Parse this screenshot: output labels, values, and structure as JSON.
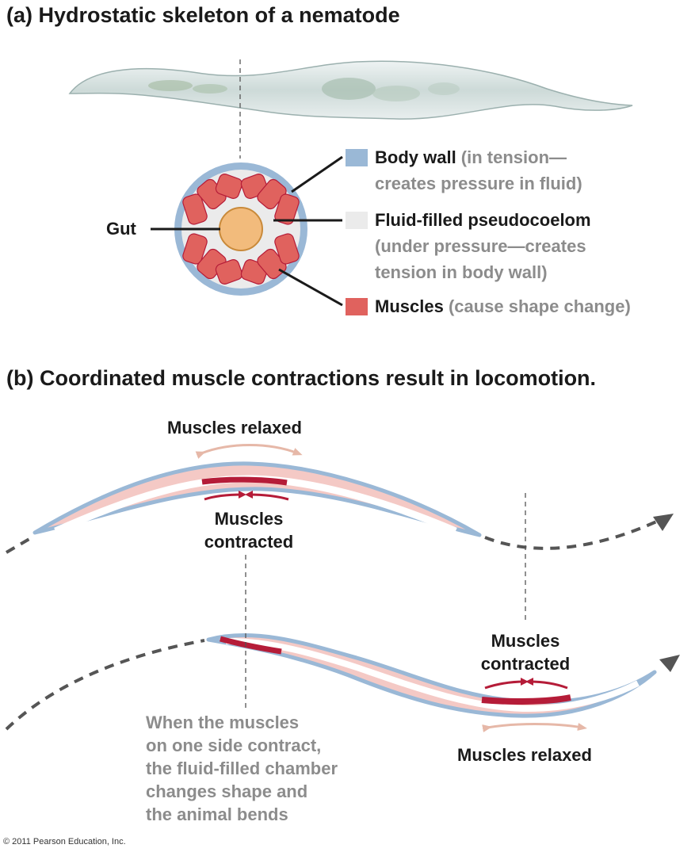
{
  "panel_a": {
    "title": "(a) Hydrostatic skeleton of a nematode",
    "gut_label": "Gut",
    "legend": [
      {
        "name": "body-wall",
        "bold": "Body wall",
        "rest_line1": " (in tension—",
        "line2": "creates pressure in fluid)",
        "line3": "",
        "color": "#9ab8d6"
      },
      {
        "name": "pseudocoelom",
        "bold": "Fluid-filled pseudocoelom",
        "rest_line1": "",
        "line2": "(under pressure—creates",
        "line3": "tension in body wall)",
        "color": "#ebebeb"
      },
      {
        "name": "muscles",
        "bold": "Muscles",
        "rest_line1": " (cause shape change)",
        "line2": "",
        "line3": "",
        "color": "#e0625e"
      }
    ]
  },
  "panel_b": {
    "title": "(b) Coordinated muscle contractions result in locomotion.",
    "top_relaxed": "Muscles relaxed",
    "top_contracted_1": "Muscles",
    "top_contracted_2": "contracted",
    "bottom_contracted_1": "Muscles",
    "bottom_contracted_2": "contracted",
    "bottom_relaxed": "Muscles relaxed",
    "note": [
      "When the muscles",
      "on one side contract,",
      "the fluid-filled chamber",
      "changes shape and",
      "the animal bends"
    ]
  },
  "copyright": "© 2011 Pearson Education, Inc.",
  "colors": {
    "body_wall": "#9ab8d6",
    "fluid": "#ebebeb",
    "muscle": "#e0625e",
    "muscle_dark": "#b51c38",
    "gut": "#f2bb7c",
    "gray_text": "#8c8c8c",
    "arrow_relaxed": "#e6b8a8"
  }
}
